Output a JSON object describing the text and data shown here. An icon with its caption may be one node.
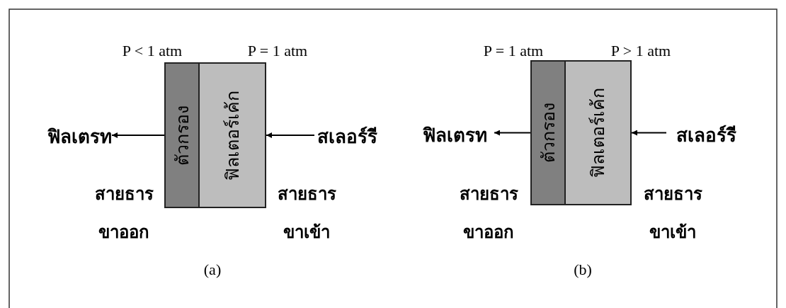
{
  "diagram": {
    "nodes": [
      {
        "text": [
          "ตัวกรอง"
        ]
      },
      {
        "text": [
          "ฟิลเตอร์เค้ก"
        ]
      },
      {
        "text": [
          "ฟิลเตรท"
        ]
      },
      {
        "text": [
          "สเลอร์รี"
        ]
      },
      {
        "text": [
          "ตัวกรอง"
        ]
      },
      {
        "text": [
          "ฟิลเตอร์เค้ก"
        ]
      },
      {
        "text": [
          "ฟิลเตรท"
        ]
      },
      {
        "text": [
          "สเลอร์รี"
        ]
      }
    ],
    "edges": [
      {
        "from": 0,
        "to": 2,
        "arrow": "to"
      },
      {
        "from": 3,
        "to": 1,
        "arrow": "to"
      },
      {
        "from": 4,
        "to": 6,
        "arrow": "to"
      },
      {
        "from": 7,
        "to": 5,
        "arrow": "to"
      }
    ],
    "labels": [
      "P < 1 atm",
      "P = 1 atm",
      "P = 1 atm",
      "P > 1 atm",
      "สายธาร",
      "สายธาร",
      "สายธาร",
      "สายธาร",
      "ขาออก",
      "ขาเข้า",
      "ขาออก",
      "ขาเข้า",
      "(a)",
      "(b)"
    ]
  }
}
